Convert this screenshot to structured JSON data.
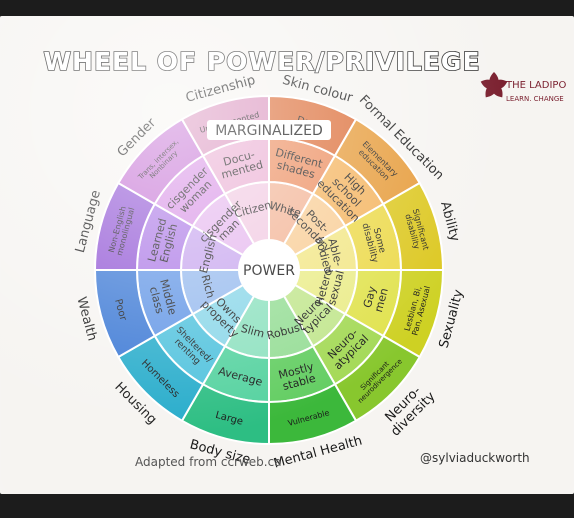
{
  "title": "WHEEL OF POWER/PRIVILEGE",
  "logo": {
    "text1": "THE LADIPO",
    "text2": "LEARN. CHANGE",
    "color": "#7a1f2e"
  },
  "center_label": "POWER",
  "marginalized_label": "MARGINALIZED",
  "credit_left": "Adapted from ccrweb.ca",
  "credit_right": "@sylviaduckworth",
  "categories": [
    {
      "name": "Skin colour",
      "color": "#e8733a",
      "outer": [
        "Dark"
      ],
      "middle": [
        "Different",
        "shades"
      ],
      "inner": [
        "White"
      ]
    },
    {
      "name": "Formal Education",
      "color": "#f2a23a",
      "outer": [
        "Elementary",
        "education"
      ],
      "middle": [
        "High",
        "school",
        "education"
      ],
      "inner": [
        "Post-",
        "secondary"
      ]
    },
    {
      "name": "Ability",
      "color": "#e8d120",
      "outer": [
        "Significant",
        "disability"
      ],
      "middle": [
        "Some",
        "disability"
      ],
      "inner": [
        "Able-",
        "bodied"
      ]
    },
    {
      "name": "Sexuality",
      "color": "#d9dc25",
      "outer": [
        "Lesbian, Bi,",
        "Pan, Asexual"
      ],
      "middle": [
        "Gay",
        "men"
      ],
      "inner": [
        "Hetero-",
        "sexual"
      ]
    },
    {
      "name": "Neuro-diversity",
      "color": "#8fd130",
      "outer": [
        "Significant",
        "neurodivergence"
      ],
      "middle": [
        "Neuro-",
        "atypical"
      ],
      "inner": [
        "Neuro-",
        "typical"
      ]
    },
    {
      "name": "Mental Health",
      "color": "#3fc23e",
      "outer": [
        "Vulnerable"
      ],
      "middle": [
        "Mostly",
        "stable"
      ],
      "inner": [
        "Robust"
      ]
    },
    {
      "name": "Body size",
      "color": "#2fc88a",
      "outer": [
        "Large"
      ],
      "middle": [
        "Average"
      ],
      "inner": [
        "Slim"
      ]
    },
    {
      "name": "Housing",
      "color": "#29b5d6",
      "outer": [
        "Homeless"
      ],
      "middle": [
        "Sheltered/",
        "renting"
      ],
      "inner": [
        "Owns",
        "property"
      ]
    },
    {
      "name": "Wealth",
      "color": "#3f7fe0",
      "outer": [
        "Poor"
      ],
      "middle": [
        "Middle",
        "class"
      ],
      "inner": [
        "Rich"
      ]
    },
    {
      "name": "Language",
      "color": "#9a5ce0",
      "outer": [
        "Non-English",
        "monolingual"
      ],
      "middle": [
        "Learned",
        "English"
      ],
      "inner": [
        "English"
      ]
    },
    {
      "name": "Gender",
      "color": "#d07ae0",
      "outer": [
        "Trans, intersex,",
        "Nonbinary"
      ],
      "middle": [
        "cisgender",
        "woman"
      ],
      "inner": [
        "cisgender",
        "man"
      ]
    },
    {
      "name": "Citizenship",
      "color": "#e59bc8",
      "outer": [
        "Undocumented"
      ],
      "middle": [
        "Docu-",
        "mented"
      ],
      "inner": [
        "Citizen"
      ]
    }
  ]
}
